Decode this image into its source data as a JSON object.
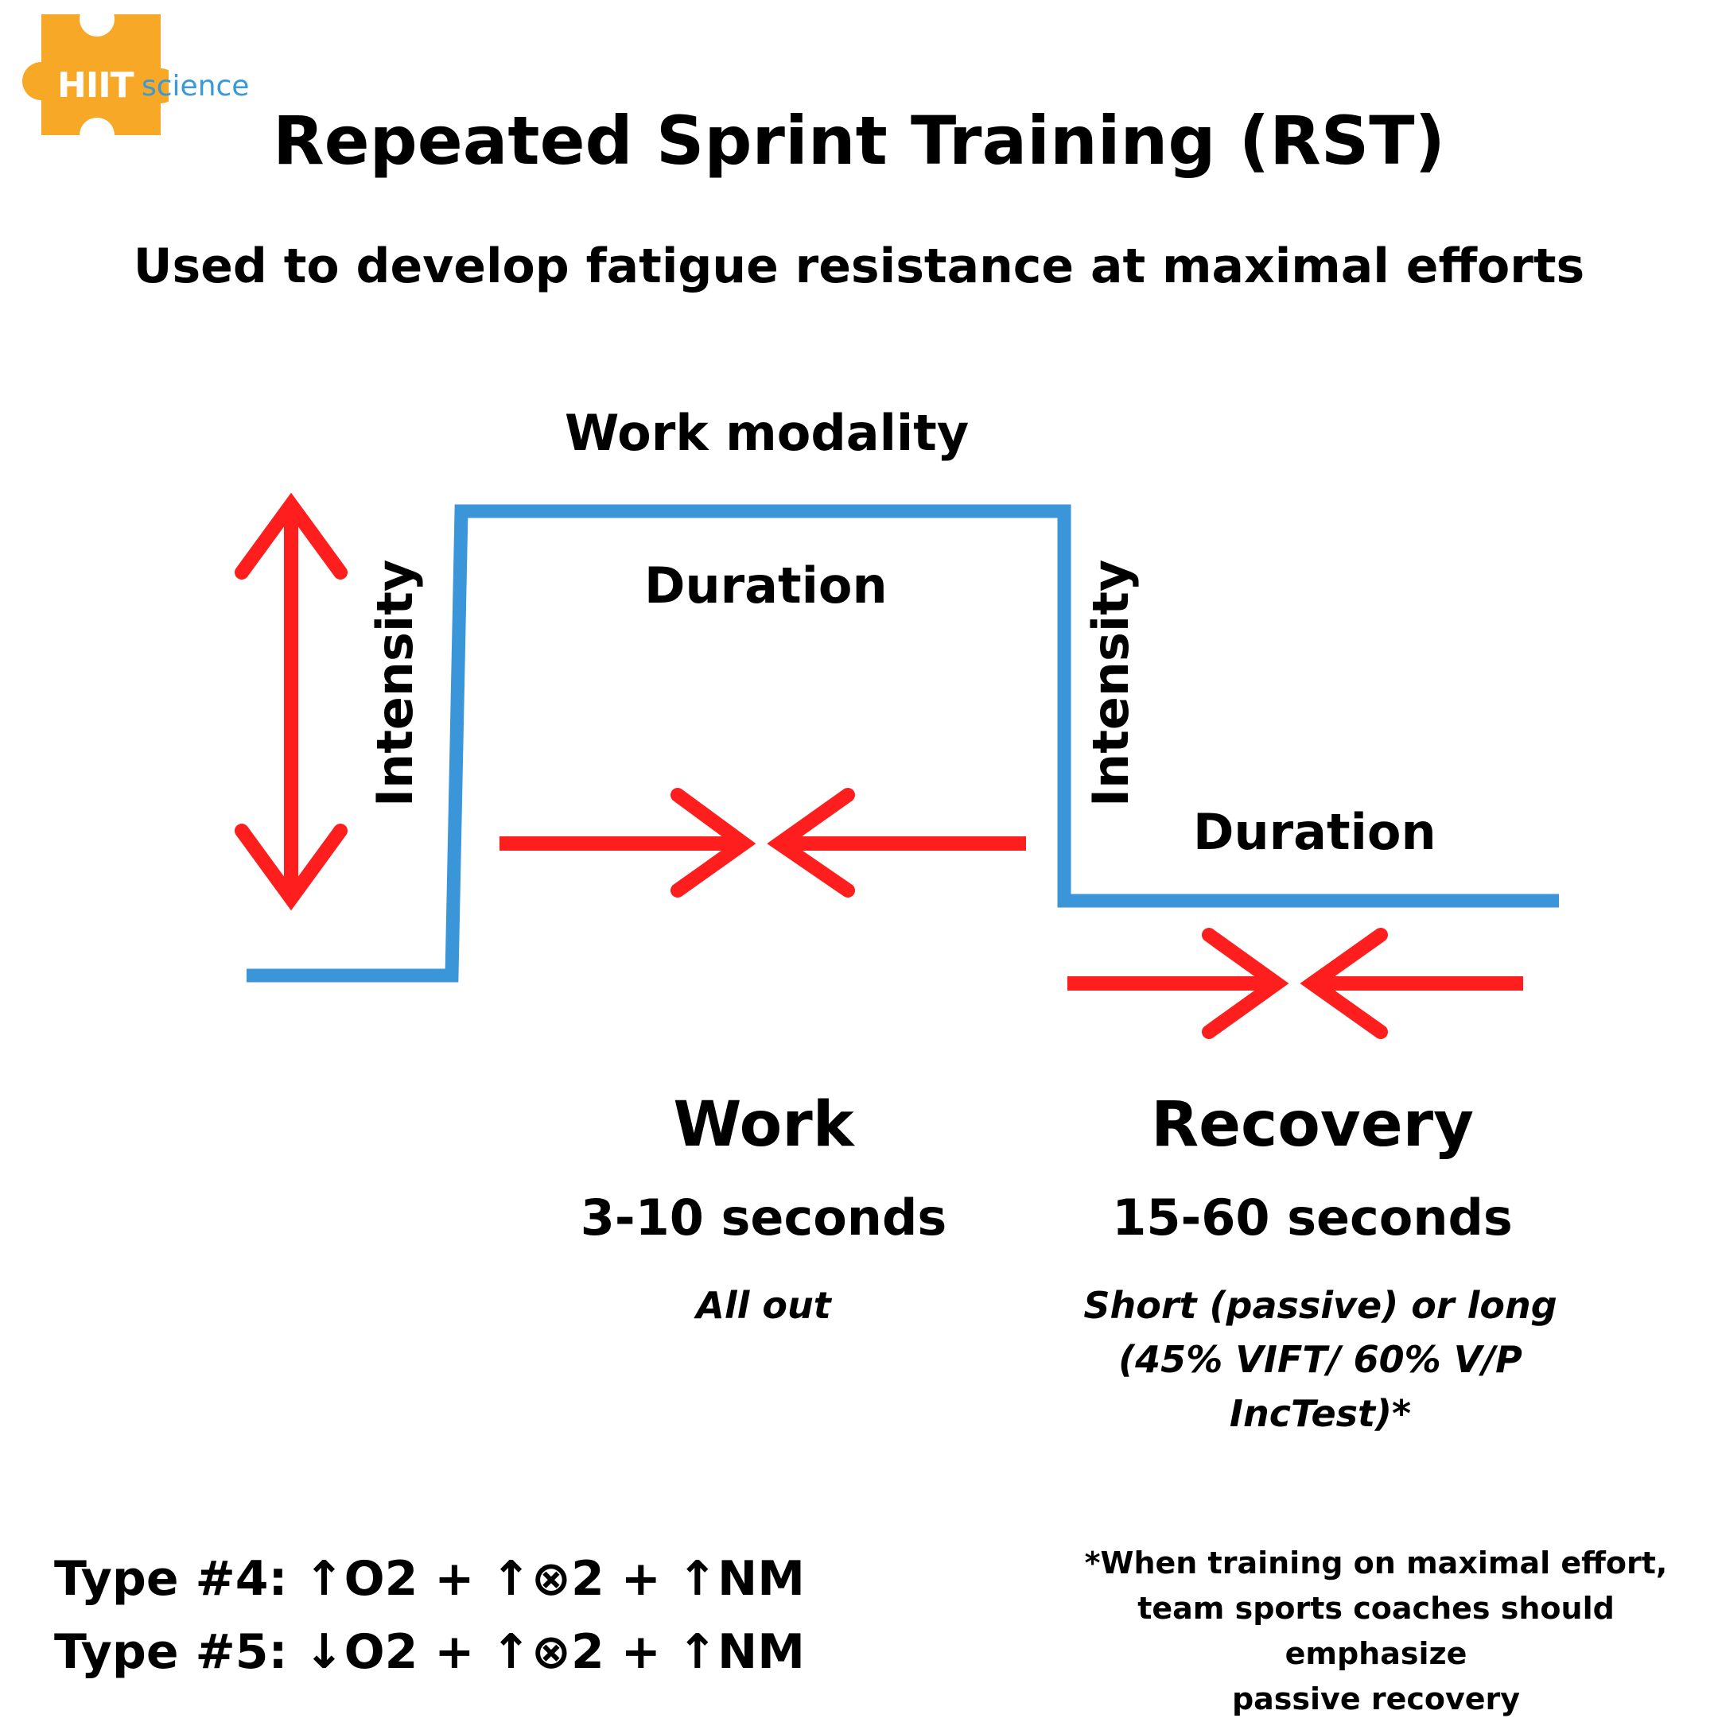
{
  "logo": {
    "brand": "HIIT",
    "suffix": "science",
    "colors": {
      "puzzle": "#f7a826",
      "suffix_text": "#3a9ad9"
    }
  },
  "title": "Repeated Sprint Training (RST)",
  "subtitle": "Used to develop fatigue resistance at maximal efforts",
  "diagram": {
    "work_modality_label": "Work modality",
    "work_duration_label": "Duration",
    "work_intensity_label": "Intensity",
    "recovery_intensity_label": "Intensity",
    "recovery_duration_label": "Duration",
    "colors": {
      "line": "#3a96d8",
      "arrow": "#ff1e1e"
    }
  },
  "work": {
    "heading": "Work",
    "range": "3-10 seconds",
    "note": "All out"
  },
  "recovery": {
    "heading": "Recovery",
    "range": "15-60 seconds",
    "note_lines": [
      "Short (passive) or long",
      "(45% VIFT/ 60% V/P",
      "IncTest)*"
    ]
  },
  "types": [
    {
      "label": "Type #4:",
      "formula": "↑O2 + ↑⊗2 + ↑NM"
    },
    {
      "label": "Type #5:",
      "formula": "↓O2 + ↑⊗2 + ↑NM"
    }
  ],
  "footnote": {
    "lines": [
      "*When training on maximal effort,",
      "team sports coaches should emphasize",
      "passive recovery"
    ]
  }
}
